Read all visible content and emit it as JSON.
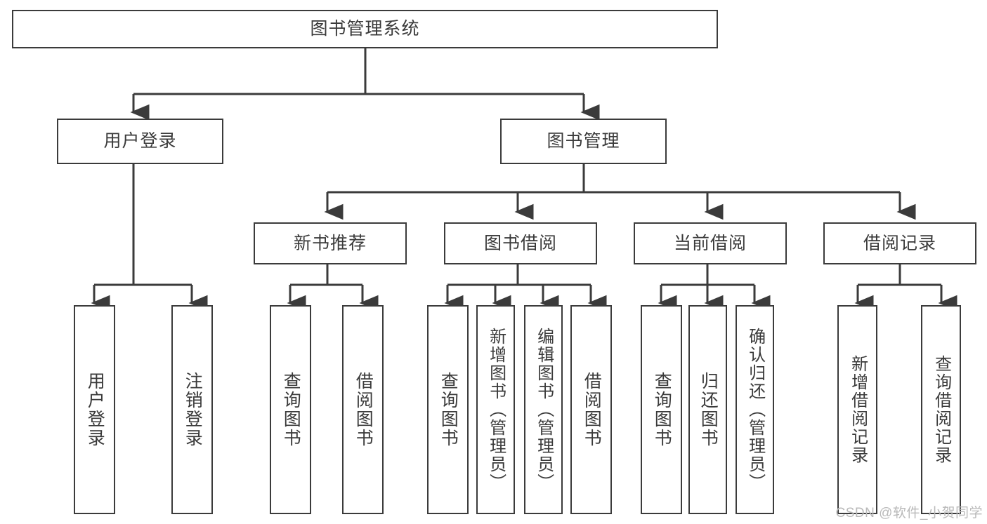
{
  "diagram": {
    "title": "图书管理系统",
    "watermark": "CSDN @软件_小贺同学",
    "colors": {
      "border": "#3b3b3b",
      "text": "#3a3a3a",
      "background": "#ffffff",
      "watermark": "#b9b9b9"
    },
    "root": {
      "label": "图书管理系统"
    },
    "level2": [
      {
        "label": "用户登录"
      },
      {
        "label": "图书管理"
      }
    ],
    "level3": [
      {
        "label": "新书推荐"
      },
      {
        "label": "图书借阅"
      },
      {
        "label": "当前借阅"
      },
      {
        "label": "借阅记录"
      }
    ],
    "leaves": {
      "user_login": [
        {
          "label": "用户登录"
        },
        {
          "label": "注销登录"
        }
      ],
      "new_book_recommend": [
        {
          "label": "查询图书"
        },
        {
          "label": "借阅图书"
        }
      ],
      "book_borrow": [
        {
          "label": "查询图书"
        },
        {
          "label": "新增图书（管理员）"
        },
        {
          "label": "编辑图书（管理员）"
        },
        {
          "label": "借阅图书"
        }
      ],
      "current_borrow": [
        {
          "label": "查询图书"
        },
        {
          "label": "归还图书"
        },
        {
          "label": "确认归还（管理员）"
        }
      ],
      "borrow_record": [
        {
          "label": "新增借阅记录"
        },
        {
          "label": "查询借阅记录"
        }
      ]
    }
  }
}
